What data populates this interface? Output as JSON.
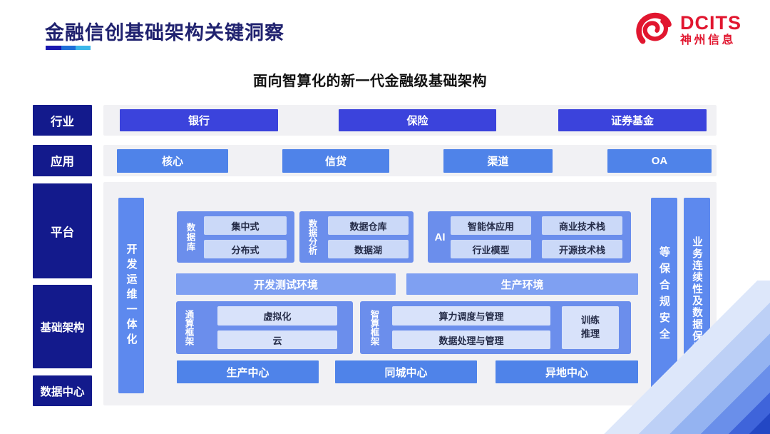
{
  "title": "金融信创基础架构关键洞察",
  "logo": {
    "brand": "DCITS",
    "company": "神州信息"
  },
  "subtitle": "面向智算化的新一代金融级基础架构",
  "industry": {
    "label": "行业",
    "items": [
      "银行",
      "保险",
      "证券基金"
    ]
  },
  "application": {
    "label": "应用",
    "items": [
      "核心",
      "信贷",
      "渠道",
      "OA"
    ]
  },
  "side": {
    "platform": "平台",
    "infrastructure": "基础架构",
    "datacenter": "数据中心"
  },
  "platform": {
    "devops_bar": "开发运维一体化",
    "database": {
      "label": "数据库",
      "items": [
        "集中式",
        "分布式"
      ]
    },
    "analytics": {
      "label": "数据分析",
      "items": [
        "数据仓库",
        "数据湖"
      ]
    },
    "ai": {
      "label": "AI",
      "items": [
        "智能体应用",
        "商业技术栈",
        "行业模型",
        "开源技术栈"
      ]
    },
    "environments": [
      "开发测试环境",
      "生产环境"
    ],
    "general_compute": {
      "label": "通算框架",
      "items": [
        "虚拟化",
        "云"
      ]
    },
    "ai_compute": {
      "label": "智算框架",
      "items": [
        "算力调度与管理",
        "数据处理与管理"
      ],
      "side_item": "训练\n推理"
    },
    "centers": [
      "生产中心",
      "同城中心",
      "异地中心"
    ],
    "security_bar": "等保合规安全",
    "continuity_bar": "业务连续性及数据保护"
  },
  "colors": {
    "title_navy": "#20226F",
    "logo_red": "#E1162F",
    "rail_navy": "#131A8C",
    "industry_blue": "#3B43DC",
    "app_blue": "#4F83E9",
    "block_blue": "#6B8EEC",
    "bar_blue": "#5D89EE",
    "env_blue": "#7FA0F2",
    "inner_light": "#CBD9F8",
    "panel_gray": "#F1F1F4",
    "underline": [
      "#1A18B0",
      "#1E6FD8",
      "#3BB7E9"
    ]
  },
  "icons": {
    "logo_swirl": "dcits-swirl-icon"
  }
}
